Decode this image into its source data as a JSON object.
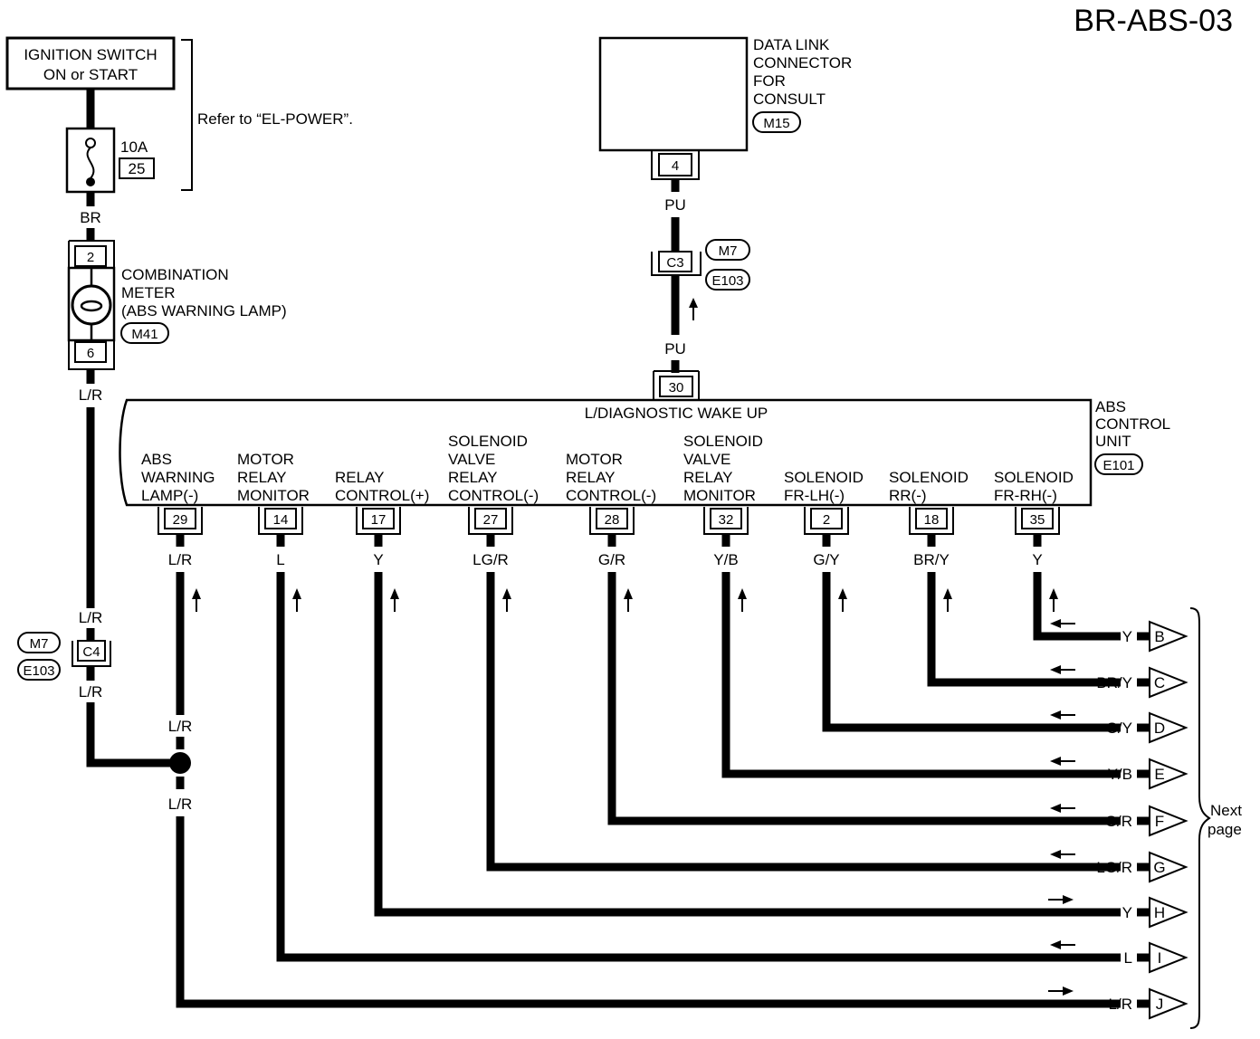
{
  "page_id": "BR-ABS-03",
  "ignition_switch": {
    "line1": "IGNITION SWITCH",
    "line2": "ON or START"
  },
  "fuse": {
    "rating": "10A",
    "number": "25"
  },
  "power_reference": "Refer to “EL-POWER”.",
  "combination_meter": {
    "lines": [
      "COMBINATION",
      "METER",
      "(ABS WARNING LAMP)"
    ],
    "connector": "M41",
    "pin_top": "2",
    "pin_bottom": "6"
  },
  "data_link": {
    "lines": [
      "DATA LINK",
      "CONNECTOR",
      "FOR",
      "CONSULT"
    ],
    "connector": "M15",
    "pin": "4"
  },
  "wire_colors": {
    "br": "BR",
    "pu_top": "PU",
    "pu_bottom": "PU",
    "lr_meter": "L/R"
  },
  "c3_connector": {
    "label": "C3",
    "harness1": "M7",
    "harness2": "E103"
  },
  "c4_connector": {
    "label": "C4",
    "harness1": "M7",
    "harness2": "E103",
    "wire_top": "L/R",
    "wire_bottom": "L/R"
  },
  "splice": {
    "wire_top": "L/R",
    "wire_bottom": "L/R"
  },
  "abs_unit": {
    "title_lines": [
      "ABS",
      "CONTROL",
      "UNIT"
    ],
    "connector": "E101",
    "pin_30": "30",
    "wake_up_label": "L/DIAGNOSTIC WAKE UP",
    "terminals": [
      {
        "lines": [
          "ABS",
          "WARNING",
          "LAMP(-)"
        ],
        "pin": "29",
        "wire": "L/R"
      },
      {
        "lines": [
          "MOTOR",
          "RELAY",
          "MONITOR"
        ],
        "pin": "14",
        "wire": "L"
      },
      {
        "lines": [
          "RELAY",
          "CONTROL(+)"
        ],
        "pin": "17",
        "wire": "Y"
      },
      {
        "lines": [
          "SOLENOID",
          "VALVE",
          "RELAY",
          "CONTROL(-)"
        ],
        "pin": "27",
        "wire": "LG/R"
      },
      {
        "lines": [
          "MOTOR",
          "RELAY",
          "CONTROL(-)"
        ],
        "pin": "28",
        "wire": "G/R"
      },
      {
        "lines": [
          "SOLENOID",
          "VALVE",
          "RELAY",
          "MONITOR"
        ],
        "pin": "32",
        "wire": "Y/B"
      },
      {
        "lines": [
          "SOLENOID",
          "FR-LH(-)"
        ],
        "pin": "2",
        "wire": "G/Y"
      },
      {
        "lines": [
          "SOLENOID",
          "RR(-)"
        ],
        "pin": "18",
        "wire": "BR/Y"
      },
      {
        "lines": [
          "SOLENOID",
          "FR-RH(-)"
        ],
        "pin": "35",
        "wire": "Y"
      }
    ]
  },
  "outputs": [
    {
      "letter": "B",
      "wire": "Y"
    },
    {
      "letter": "C",
      "wire": "BR/Y"
    },
    {
      "letter": "D",
      "wire": "G/Y"
    },
    {
      "letter": "E",
      "wire": "Y/B"
    },
    {
      "letter": "F",
      "wire": "G/R"
    },
    {
      "letter": "G",
      "wire": "LG/R"
    },
    {
      "letter": "H",
      "wire": "Y"
    },
    {
      "letter": "I",
      "wire": "L"
    },
    {
      "letter": "J",
      "wire": "L/R"
    }
  ],
  "next_page": {
    "line1": "Next",
    "line2": "page"
  }
}
